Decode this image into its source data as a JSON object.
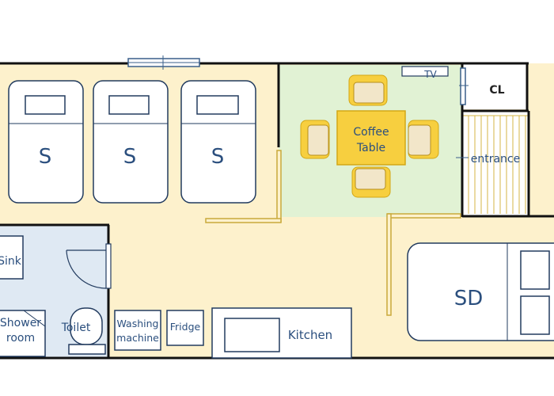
{
  "colors": {
    "floor": "#fdf1cc",
    "living": "#e1f2d4",
    "bath": "#dfe9f3",
    "wall": "#111111",
    "door": "#d6b444",
    "bed": "#ffffff",
    "bed_stroke": "#223b5f",
    "table": "#f7cf3f",
    "table_stroke": "#d3a716",
    "chair_cushion": "#f2e6c9",
    "text": "#2b4f7e"
  },
  "labels": {
    "bed_single": "S",
    "bed_double": "SD",
    "coffee_table_line1": "Coffee",
    "coffee_table_line2": "Table",
    "tv": "TV",
    "closet": "CL",
    "entrance": "entrance",
    "sink": "Sink",
    "shower_line1": "Shower",
    "shower_line2": "room",
    "toilet": "Toilet",
    "washing_line1": "Washing",
    "washing_line2": "machine",
    "fridge": "Fridge",
    "kitchen": "Kitchen"
  }
}
